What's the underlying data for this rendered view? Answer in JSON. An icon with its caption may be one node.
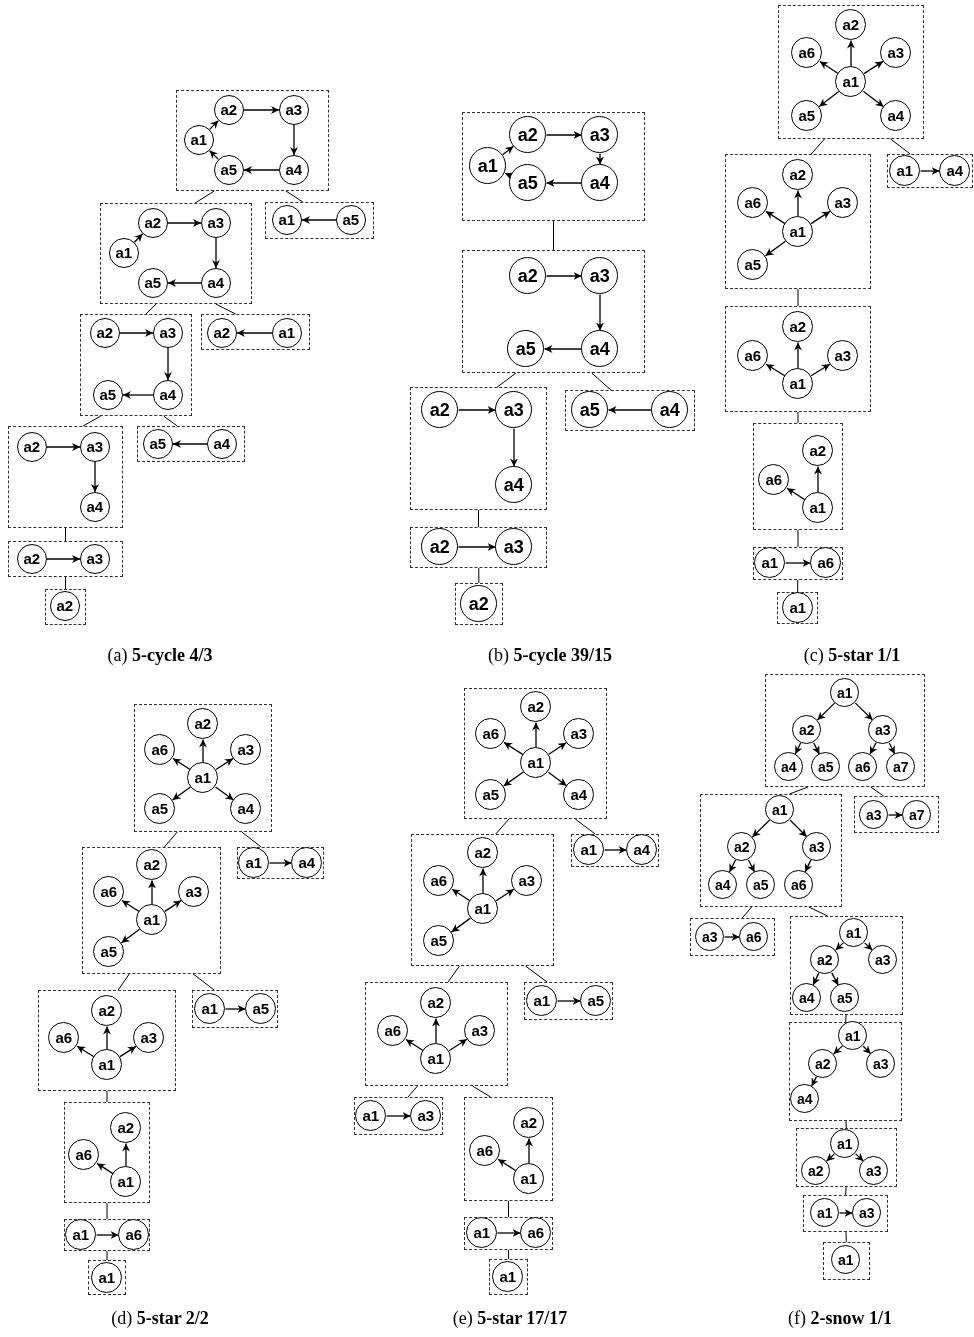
{
  "diagram": {
    "nodes": [
      {
        "text": [],
        "shape": "box"
      },
      {
        "text": [
          "a1"
        ],
        "in": 0
      },
      {
        "text": [
          "a2"
        ],
        "in": 0
      },
      {
        "text": [
          "a3"
        ],
        "in": 0
      },
      {
        "text": [
          "a4"
        ],
        "in": 0
      },
      {
        "text": [
          "a5"
        ],
        "in": 0
      },
      {
        "text": [],
        "shape": "box"
      },
      {
        "text": [
          "a1"
        ],
        "in": 6
      },
      {
        "text": [
          "a2"
        ],
        "in": 6
      },
      {
        "text": [
          "a3"
        ],
        "in": 6
      },
      {
        "text": [
          "a4"
        ],
        "in": 6
      },
      {
        "text": [
          "a5"
        ],
        "in": 6
      },
      {
        "text": [],
        "shape": "box"
      },
      {
        "text": [
          "a1"
        ],
        "in": 12
      },
      {
        "text": [
          "a5"
        ],
        "in": 12
      },
      {
        "text": [],
        "shape": "box"
      },
      {
        "text": [
          "a2"
        ],
        "in": 15
      },
      {
        "text": [
          "a3"
        ],
        "in": 15
      },
      {
        "text": [
          "a4"
        ],
        "in": 15
      },
      {
        "text": [
          "a5"
        ],
        "in": 15
      },
      {
        "text": [],
        "shape": "box"
      },
      {
        "text": [
          "a2"
        ],
        "in": 20
      },
      {
        "text": [
          "a1"
        ],
        "in": 20
      },
      {
        "text": [],
        "shape": "box"
      },
      {
        "text": [
          "a2"
        ],
        "in": 23
      },
      {
        "text": [
          "a3"
        ],
        "in": 23
      },
      {
        "text": [
          "a4"
        ],
        "in": 23
      },
      {
        "text": [],
        "shape": "box"
      },
      {
        "text": [
          "a5"
        ],
        "in": 27
      },
      {
        "text": [
          "a4"
        ],
        "in": 27
      },
      {
        "text": [],
        "shape": "box"
      },
      {
        "text": [
          "a2"
        ],
        "in": 30
      },
      {
        "text": [
          "a3"
        ],
        "in": 30
      },
      {
        "text": [],
        "shape": "box"
      },
      {
        "text": [
          "a2"
        ],
        "in": 33
      },
      {
        "text": [],
        "shape": "box"
      },
      {
        "text": [
          "a1"
        ],
        "in": 35
      },
      {
        "text": [
          "a2"
        ],
        "in": 35
      },
      {
        "text": [
          "a3"
        ],
        "in": 35
      },
      {
        "text": [
          "a4"
        ],
        "in": 35
      },
      {
        "text": [
          "a5"
        ],
        "in": 35
      },
      {
        "text": [],
        "shape": "box"
      },
      {
        "text": [
          "a2"
        ],
        "in": 41
      },
      {
        "text": [
          "a3"
        ],
        "in": 41
      },
      {
        "text": [
          "a4"
        ],
        "in": 41
      },
      {
        "text": [
          "a5"
        ],
        "in": 41
      },
      {
        "text": [],
        "shape": "box"
      },
      {
        "text": [
          "a2"
        ],
        "in": 46
      },
      {
        "text": [
          "a3"
        ],
        "in": 46
      },
      {
        "text": [
          "a4"
        ],
        "in": 46
      },
      {
        "text": [],
        "shape": "box"
      },
      {
        "text": [
          "a5"
        ],
        "in": 50
      },
      {
        "text": [
          "a4"
        ],
        "in": 50
      },
      {
        "text": [],
        "shape": "box"
      },
      {
        "text": [
          "a2"
        ],
        "in": 53
      },
      {
        "text": [
          "a3"
        ],
        "in": 53
      },
      {
        "text": [],
        "shape": "box"
      },
      {
        "text": [
          "a2"
        ],
        "in": 56
      },
      {
        "text": [],
        "shape": "box"
      },
      {
        "text": [
          "a1"
        ],
        "in": 58
      },
      {
        "text": [
          "a2"
        ],
        "in": 58
      },
      {
        "text": [
          "a3"
        ],
        "in": 58
      },
      {
        "text": [
          "a4"
        ],
        "in": 58
      },
      {
        "text": [
          "a5"
        ],
        "in": 58
      },
      {
        "text": [
          "a6"
        ],
        "in": 58
      },
      {
        "text": [],
        "shape": "box"
      },
      {
        "text": [
          "a1"
        ],
        "in": 65
      },
      {
        "text": [
          "a2"
        ],
        "in": 65
      },
      {
        "text": [
          "a3"
        ],
        "in": 65
      },
      {
        "text": [
          "a5"
        ],
        "in": 65
      },
      {
        "text": [
          "a6"
        ],
        "in": 65
      },
      {
        "text": [],
        "shape": "box"
      },
      {
        "text": [
          "a1"
        ],
        "in": 71
      },
      {
        "text": [
          "a4"
        ],
        "in": 71
      },
      {
        "text": [],
        "shape": "box"
      },
      {
        "text": [
          "a1"
        ],
        "in": 74
      },
      {
        "text": [
          "a2"
        ],
        "in": 74
      },
      {
        "text": [
          "a3"
        ],
        "in": 74
      },
      {
        "text": [
          "a6"
        ],
        "in": 74
      },
      {
        "text": [],
        "shape": "box"
      },
      {
        "text": [
          "a1"
        ],
        "in": 79
      },
      {
        "text": [
          "a2"
        ],
        "in": 79
      },
      {
        "text": [
          "a6"
        ],
        "in": 79
      },
      {
        "text": [],
        "shape": "box"
      },
      {
        "text": [
          "a1"
        ],
        "in": 83
      },
      {
        "text": [
          "a6"
        ],
        "in": 83
      },
      {
        "text": [],
        "shape": "box"
      },
      {
        "text": [
          "a1"
        ],
        "in": 86
      },
      {
        "text": [],
        "shape": "box"
      },
      {
        "text": [
          "a1"
        ],
        "in": 88
      },
      {
        "text": [
          "a2"
        ],
        "in": 88
      },
      {
        "text": [
          "a3"
        ],
        "in": 88
      },
      {
        "text": [
          "a4"
        ],
        "in": 88
      },
      {
        "text": [
          "a5"
        ],
        "in": 88
      },
      {
        "text": [
          "a6"
        ],
        "in": 88
      },
      {
        "text": [],
        "shape": "box"
      },
      {
        "text": [
          "a1"
        ],
        "in": 95
      },
      {
        "text": [
          "a2"
        ],
        "in": 95
      },
      {
        "text": [
          "a3"
        ],
        "in": 95
      },
      {
        "text": [
          "a5"
        ],
        "in": 95
      },
      {
        "text": [
          "a6"
        ],
        "in": 95
      },
      {
        "text": [],
        "shape": "box"
      },
      {
        "text": [
          "a1"
        ],
        "in": 101
      },
      {
        "text": [
          "a4"
        ],
        "in": 101
      },
      {
        "text": [],
        "shape": "box"
      },
      {
        "text": [
          "a1"
        ],
        "in": 104
      },
      {
        "text": [
          "a2"
        ],
        "in": 104
      },
      {
        "text": [
          "a3"
        ],
        "in": 104
      },
      {
        "text": [
          "a6"
        ],
        "in": 104
      },
      {
        "text": [],
        "shape": "box"
      },
      {
        "text": [
          "a1"
        ],
        "in": 109
      },
      {
        "text": [
          "a5"
        ],
        "in": 109
      },
      {
        "text": [],
        "shape": "box"
      },
      {
        "text": [
          "a1"
        ],
        "in": 112
      },
      {
        "text": [
          "a2"
        ],
        "in": 112
      },
      {
        "text": [
          "a6"
        ],
        "in": 112
      },
      {
        "text": [],
        "shape": "box"
      },
      {
        "text": [
          "a1"
        ],
        "in": 116
      },
      {
        "text": [
          "a6"
        ],
        "in": 116
      },
      {
        "text": [],
        "shape": "box"
      },
      {
        "text": [
          "a1"
        ],
        "in": 119
      },
      {
        "text": [],
        "shape": "box"
      },
      {
        "text": [
          "a1"
        ],
        "in": 121
      },
      {
        "text": [
          "a2"
        ],
        "in": 121
      },
      {
        "text": [
          "a3"
        ],
        "in": 121
      },
      {
        "text": [
          "a4"
        ],
        "in": 121
      },
      {
        "text": [
          "a5"
        ],
        "in": 121
      },
      {
        "text": [
          "a6"
        ],
        "in": 121
      },
      {
        "text": [],
        "shape": "box"
      },
      {
        "text": [
          "a1"
        ],
        "in": 128
      },
      {
        "text": [
          "a2"
        ],
        "in": 128
      },
      {
        "text": [
          "a3"
        ],
        "in": 128
      },
      {
        "text": [
          "a5"
        ],
        "in": 128
      },
      {
        "text": [
          "a6"
        ],
        "in": 128
      },
      {
        "text": [],
        "shape": "box"
      },
      {
        "text": [
          "a1"
        ],
        "in": 134
      },
      {
        "text": [
          "a4"
        ],
        "in": 134
      },
      {
        "text": [],
        "shape": "box"
      },
      {
        "text": [
          "a1"
        ],
        "in": 137
      },
      {
        "text": [
          "a2"
        ],
        "in": 137
      },
      {
        "text": [
          "a3"
        ],
        "in": 137
      },
      {
        "text": [
          "a6"
        ],
        "in": 137
      },
      {
        "text": [],
        "shape": "box"
      },
      {
        "text": [
          "a1"
        ],
        "in": 142
      },
      {
        "text": [
          "a5"
        ],
        "in": 142
      },
      {
        "text": [],
        "shape": "box"
      },
      {
        "text": [
          "a1"
        ],
        "in": 145
      },
      {
        "text": [
          "a3"
        ],
        "in": 145
      },
      {
        "text": [],
        "shape": "box"
      },
      {
        "text": [
          "a1"
        ],
        "in": 148
      },
      {
        "text": [
          "a2"
        ],
        "in": 148
      },
      {
        "text": [
          "a6"
        ],
        "in": 148
      },
      {
        "text": [],
        "shape": "box"
      },
      {
        "text": [
          "a1"
        ],
        "in": 152
      },
      {
        "text": [
          "a6"
        ],
        "in": 152
      },
      {
        "text": [],
        "shape": "box"
      },
      {
        "text": [
          "a1"
        ],
        "in": 155
      },
      {
        "text": [],
        "shape": "box"
      },
      {
        "text": [
          "a1"
        ],
        "in": 157
      },
      {
        "text": [
          "a2"
        ],
        "in": 157
      },
      {
        "text": [
          "a3"
        ],
        "in": 157
      },
      {
        "text": [
          "a4"
        ],
        "in": 157
      },
      {
        "text": [
          "a5"
        ],
        "in": 157
      },
      {
        "text": [
          "a6"
        ],
        "in": 157
      },
      {
        "text": [
          "a7"
        ],
        "in": 157
      },
      {
        "text": [],
        "shape": "box"
      },
      {
        "text": [
          "a1"
        ],
        "in": 165
      },
      {
        "text": [
          "a2"
        ],
        "in": 165
      },
      {
        "text": [
          "a3"
        ],
        "in": 165
      },
      {
        "text": [
          "a4"
        ],
        "in": 165
      },
      {
        "text": [
          "a5"
        ],
        "in": 165
      },
      {
        "text": [
          "a6"
        ],
        "in": 165
      },
      {
        "text": [],
        "shape": "box"
      },
      {
        "text": [
          "a3"
        ],
        "in": 172
      },
      {
        "text": [
          "a7"
        ],
        "in": 172
      },
      {
        "text": [],
        "shape": "box"
      },
      {
        "text": [
          "a3"
        ],
        "in": 175
      },
      {
        "text": [
          "a6"
        ],
        "in": 175
      },
      {
        "text": [],
        "shape": "box"
      },
      {
        "text": [
          "a1"
        ],
        "in": 178
      },
      {
        "text": [
          "a2"
        ],
        "in": 178
      },
      {
        "text": [
          "a3"
        ],
        "in": 178
      },
      {
        "text": [
          "a4"
        ],
        "in": 178
      },
      {
        "text": [
          "a5"
        ],
        "in": 178
      },
      {
        "text": [],
        "shape": "box"
      },
      {
        "text": [
          "a1"
        ],
        "in": 184
      },
      {
        "text": [
          "a2"
        ],
        "in": 184
      },
      {
        "text": [
          "a3"
        ],
        "in": 184
      },
      {
        "text": [
          "a4"
        ],
        "in": 184
      },
      {
        "text": [],
        "shape": "box"
      },
      {
        "text": [
          "a1"
        ],
        "in": 189
      },
      {
        "text": [
          "a2"
        ],
        "in": 189
      },
      {
        "text": [
          "a3"
        ],
        "in": 189
      },
      {
        "text": [],
        "shape": "box"
      },
      {
        "text": [
          "a1"
        ],
        "in": 193
      },
      {
        "text": [
          "a3"
        ],
        "in": 193
      },
      {
        "text": [],
        "shape": "box"
      },
      {
        "text": [
          "a1"
        ],
        "in": 196
      }
    ],
    "edges": [
      {
        "from": 1,
        "to": 2,
        "arrow": "to"
      },
      {
        "from": 2,
        "to": 3,
        "arrow": "to"
      },
      {
        "from": 3,
        "to": 4,
        "arrow": "to"
      },
      {
        "from": 4,
        "to": 5,
        "arrow": "to"
      },
      {
        "from": 5,
        "to": 1,
        "arrow": "to"
      },
      {
        "from": 7,
        "to": 8,
        "arrow": "to"
      },
      {
        "from": 8,
        "to": 9,
        "arrow": "to"
      },
      {
        "from": 9,
        "to": 10,
        "arrow": "to"
      },
      {
        "from": 10,
        "to": 11,
        "arrow": "to"
      },
      {
        "from": 14,
        "to": 13,
        "arrow": "to"
      },
      {
        "from": 16,
        "to": 17,
        "arrow": "to"
      },
      {
        "from": 17,
        "to": 18,
        "arrow": "to"
      },
      {
        "from": 18,
        "to": 19,
        "arrow": "to"
      },
      {
        "from": 22,
        "to": 21,
        "arrow": "to"
      },
      {
        "from": 24,
        "to": 25,
        "arrow": "to"
      },
      {
        "from": 25,
        "to": 26,
        "arrow": "to"
      },
      {
        "from": 29,
        "to": 28,
        "arrow": "to"
      },
      {
        "from": 31,
        "to": 32,
        "arrow": "to"
      },
      {
        "from": 0,
        "to": 6,
        "arrow": "none"
      },
      {
        "from": 0,
        "to": 12,
        "arrow": "none"
      },
      {
        "from": 6,
        "to": 15,
        "arrow": "none"
      },
      {
        "from": 6,
        "to": 20,
        "arrow": "none"
      },
      {
        "from": 15,
        "to": 23,
        "arrow": "none"
      },
      {
        "from": 15,
        "to": 27,
        "arrow": "none"
      },
      {
        "from": 23,
        "to": 30,
        "arrow": "none"
      },
      {
        "from": 30,
        "to": 33,
        "arrow": "none"
      },
      {
        "from": 36,
        "to": 37,
        "arrow": "to"
      },
      {
        "from": 37,
        "to": 38,
        "arrow": "to"
      },
      {
        "from": 38,
        "to": 39,
        "arrow": "to"
      },
      {
        "from": 39,
        "to": 40,
        "arrow": "to"
      },
      {
        "from": 40,
        "to": 36,
        "arrow": "to"
      },
      {
        "from": 42,
        "to": 43,
        "arrow": "to"
      },
      {
        "from": 43,
        "to": 44,
        "arrow": "to"
      },
      {
        "from": 44,
        "to": 45,
        "arrow": "to"
      },
      {
        "from": 47,
        "to": 48,
        "arrow": "to"
      },
      {
        "from": 48,
        "to": 49,
        "arrow": "to"
      },
      {
        "from": 52,
        "to": 51,
        "arrow": "to"
      },
      {
        "from": 54,
        "to": 55,
        "arrow": "to"
      },
      {
        "from": 35,
        "to": 41,
        "arrow": "none"
      },
      {
        "from": 41,
        "to": 46,
        "arrow": "none"
      },
      {
        "from": 41,
        "to": 50,
        "arrow": "none"
      },
      {
        "from": 46,
        "to": 53,
        "arrow": "none"
      },
      {
        "from": 53,
        "to": 56,
        "arrow": "none"
      },
      {
        "from": 59,
        "to": 60,
        "arrow": "to"
      },
      {
        "from": 59,
        "to": 61,
        "arrow": "to"
      },
      {
        "from": 59,
        "to": 62,
        "arrow": "to"
      },
      {
        "from": 59,
        "to": 63,
        "arrow": "to"
      },
      {
        "from": 59,
        "to": 64,
        "arrow": "to"
      },
      {
        "from": 66,
        "to": 67,
        "arrow": "to"
      },
      {
        "from": 66,
        "to": 68,
        "arrow": "to"
      },
      {
        "from": 66,
        "to": 69,
        "arrow": "to"
      },
      {
        "from": 66,
        "to": 70,
        "arrow": "to"
      },
      {
        "from": 72,
        "to": 73,
        "arrow": "to"
      },
      {
        "from": 75,
        "to": 76,
        "arrow": "to"
      },
      {
        "from": 75,
        "to": 77,
        "arrow": "to"
      },
      {
        "from": 75,
        "to": 78,
        "arrow": "to"
      },
      {
        "from": 80,
        "to": 81,
        "arrow": "to"
      },
      {
        "from": 80,
        "to": 82,
        "arrow": "to"
      },
      {
        "from": 84,
        "to": 85,
        "arrow": "to"
      },
      {
        "from": 58,
        "to": 65,
        "arrow": "none"
      },
      {
        "from": 58,
        "to": 71,
        "arrow": "none"
      },
      {
        "from": 65,
        "to": 74,
        "arrow": "none"
      },
      {
        "from": 74,
        "to": 79,
        "arrow": "none"
      },
      {
        "from": 79,
        "to": 83,
        "arrow": "none"
      },
      {
        "from": 83,
        "to": 86,
        "arrow": "none"
      },
      {
        "from": 89,
        "to": 90,
        "arrow": "to"
      },
      {
        "from": 89,
        "to": 91,
        "arrow": "to"
      },
      {
        "from": 89,
        "to": 92,
        "arrow": "to"
      },
      {
        "from": 89,
        "to": 93,
        "arrow": "to"
      },
      {
        "from": 89,
        "to": 94,
        "arrow": "to"
      },
      {
        "from": 96,
        "to": 97,
        "arrow": "to"
      },
      {
        "from": 96,
        "to": 98,
        "arrow": "to"
      },
      {
        "from": 96,
        "to": 99,
        "arrow": "to"
      },
      {
        "from": 96,
        "to": 100,
        "arrow": "to"
      },
      {
        "from": 102,
        "to": 103,
        "arrow": "to"
      },
      {
        "from": 105,
        "to": 106,
        "arrow": "to"
      },
      {
        "from": 105,
        "to": 107,
        "arrow": "to"
      },
      {
        "from": 105,
        "to": 108,
        "arrow": "to"
      },
      {
        "from": 110,
        "to": 111,
        "arrow": "to"
      },
      {
        "from": 113,
        "to": 114,
        "arrow": "to"
      },
      {
        "from": 113,
        "to": 115,
        "arrow": "to"
      },
      {
        "from": 117,
        "to": 118,
        "arrow": "to"
      },
      {
        "from": 88,
        "to": 95,
        "arrow": "none"
      },
      {
        "from": 88,
        "to": 101,
        "arrow": "none"
      },
      {
        "from": 95,
        "to": 104,
        "arrow": "none"
      },
      {
        "from": 95,
        "to": 109,
        "arrow": "none"
      },
      {
        "from": 104,
        "to": 112,
        "arrow": "none"
      },
      {
        "from": 112,
        "to": 116,
        "arrow": "none"
      },
      {
        "from": 116,
        "to": 119,
        "arrow": "none"
      },
      {
        "from": 122,
        "to": 123,
        "arrow": "to"
      },
      {
        "from": 122,
        "to": 124,
        "arrow": "to"
      },
      {
        "from": 122,
        "to": 125,
        "arrow": "to"
      },
      {
        "from": 122,
        "to": 126,
        "arrow": "to"
      },
      {
        "from": 122,
        "to": 127,
        "arrow": "to"
      },
      {
        "from": 129,
        "to": 130,
        "arrow": "to"
      },
      {
        "from": 129,
        "to": 131,
        "arrow": "to"
      },
      {
        "from": 129,
        "to": 132,
        "arrow": "to"
      },
      {
        "from": 129,
        "to": 133,
        "arrow": "to"
      },
      {
        "from": 135,
        "to": 136,
        "arrow": "to"
      },
      {
        "from": 138,
        "to": 139,
        "arrow": "to"
      },
      {
        "from": 138,
        "to": 140,
        "arrow": "to"
      },
      {
        "from": 138,
        "to": 141,
        "arrow": "to"
      },
      {
        "from": 143,
        "to": 144,
        "arrow": "to"
      },
      {
        "from": 146,
        "to": 147,
        "arrow": "to"
      },
      {
        "from": 149,
        "to": 150,
        "arrow": "to"
      },
      {
        "from": 149,
        "to": 151,
        "arrow": "to"
      },
      {
        "from": 153,
        "to": 154,
        "arrow": "to"
      },
      {
        "from": 121,
        "to": 128,
        "arrow": "none"
      },
      {
        "from": 121,
        "to": 134,
        "arrow": "none"
      },
      {
        "from": 128,
        "to": 137,
        "arrow": "none"
      },
      {
        "from": 128,
        "to": 142,
        "arrow": "none"
      },
      {
        "from": 137,
        "to": 145,
        "arrow": "none"
      },
      {
        "from": 137,
        "to": 148,
        "arrow": "none"
      },
      {
        "from": 148,
        "to": 152,
        "arrow": "none"
      },
      {
        "from": 152,
        "to": 155,
        "arrow": "none"
      },
      {
        "from": 158,
        "to": 159,
        "arrow": "to"
      },
      {
        "from": 158,
        "to": 160,
        "arrow": "to"
      },
      {
        "from": 159,
        "to": 161,
        "arrow": "to"
      },
      {
        "from": 159,
        "to": 162,
        "arrow": "to"
      },
      {
        "from": 160,
        "to": 163,
        "arrow": "to"
      },
      {
        "from": 160,
        "to": 164,
        "arrow": "to"
      },
      {
        "from": 166,
        "to": 167,
        "arrow": "to"
      },
      {
        "from": 166,
        "to": 168,
        "arrow": "to"
      },
      {
        "from": 167,
        "to": 169,
        "arrow": "to"
      },
      {
        "from": 167,
        "to": 170,
        "arrow": "to"
      },
      {
        "from": 168,
        "to": 171,
        "arrow": "to"
      },
      {
        "from": 173,
        "to": 174,
        "arrow": "to"
      },
      {
        "from": 176,
        "to": 177,
        "arrow": "to"
      },
      {
        "from": 179,
        "to": 180,
        "arrow": "to"
      },
      {
        "from": 179,
        "to": 181,
        "arrow": "to"
      },
      {
        "from": 180,
        "to": 182,
        "arrow": "to"
      },
      {
        "from": 180,
        "to": 183,
        "arrow": "to"
      },
      {
        "from": 185,
        "to": 186,
        "arrow": "to"
      },
      {
        "from": 185,
        "to": 187,
        "arrow": "to"
      },
      {
        "from": 186,
        "to": 188,
        "arrow": "to"
      },
      {
        "from": 190,
        "to": 191,
        "arrow": "to"
      },
      {
        "from": 190,
        "to": 192,
        "arrow": "to"
      },
      {
        "from": 194,
        "to": 195,
        "arrow": "to"
      },
      {
        "from": 157,
        "to": 165,
        "arrow": "none"
      },
      {
        "from": 157,
        "to": 172,
        "arrow": "none"
      },
      {
        "from": 165,
        "to": 175,
        "arrow": "none"
      },
      {
        "from": 165,
        "to": 178,
        "arrow": "none"
      },
      {
        "from": 178,
        "to": 184,
        "arrow": "none"
      },
      {
        "from": 184,
        "to": 189,
        "arrow": "none"
      },
      {
        "from": 189,
        "to": 193,
        "arrow": "none"
      },
      {
        "from": 193,
        "to": 196,
        "arrow": "none"
      }
    ],
    "labels": [
      "(a) **5-cycle 4/3**",
      "(b) **5-cycle 39/15**",
      "(c) **5-star 1/1**",
      "(d) **5-star 2/2**",
      "(e) **5-star 17/17**",
      "(f) **2-snow 1/1**"
    ]
  }
}
